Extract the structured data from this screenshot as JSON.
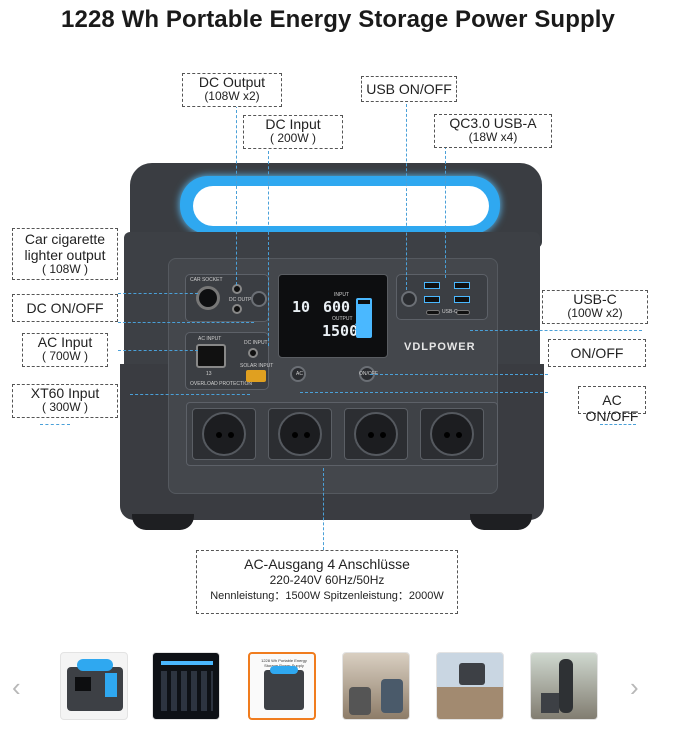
{
  "page": {
    "title": "1228 Wh Portable Energy Storage Power Supply"
  },
  "callouts": {
    "dc_output": {
      "main": "DC Output",
      "sub": "(108W x2)"
    },
    "dc_input": {
      "main": "DC Input",
      "sub": "( 200W )"
    },
    "usb_onoff": {
      "main": "USB ON/OFF"
    },
    "qc30": {
      "main": "QC3.0 USB-A",
      "sub": "(18W x4)"
    },
    "car_cig": {
      "main": "Car cigarette lighter output",
      "sub": "( 108W )"
    },
    "dc_onoff": {
      "main": "DC ON/OFF"
    },
    "ac_input": {
      "main": "AC Input",
      "sub": "( 700W )"
    },
    "xt60": {
      "main": "XT60 Input",
      "sub": "( 300W )"
    },
    "usb_c": {
      "main": "USB-C",
      "sub": "(100W x2)"
    },
    "on_off": {
      "main": "ON/OFF"
    },
    "ac_onoff": {
      "main": "AC ON/OFF"
    },
    "ac_out": {
      "main": "AC-Ausgang 4 Anschlüsse",
      "line2": "220-240V 60Hz/50Hz",
      "line3": "Nennleistung：1500W  Spitzenleistung：2000W"
    }
  },
  "device": {
    "brand": "VDLPOWER",
    "display_top": "600",
    "display_bottom": "1500",
    "display_small": "10",
    "display_pct": "100",
    "label_input": "INPUT",
    "label_output": "OUTPUT",
    "label_car_socket": "CAR SOCKET",
    "label_dc_output": "DC OUTPUT",
    "label_ac_input": "AC INPUT",
    "label_dc_input": "DC INPUT",
    "label_solar": "SOLAR INPUT",
    "label_overload": "OVERLOAD PROTECTION",
    "label_ac_btn": "AC",
    "label_on_off": "ON/OFF",
    "label_usbc": "USB-C",
    "label_fuse": "13"
  },
  "gallery": {
    "prev_icon": "‹",
    "next_icon": "›",
    "selected_index": 2,
    "thumb_caption_3": "1228 Wh Portable Energy Storage Power Supply"
  },
  "colors": {
    "accent_blue": "#2fa8f0",
    "selected_border": "#f07c1e",
    "callout_line": "#4aa0d8"
  }
}
